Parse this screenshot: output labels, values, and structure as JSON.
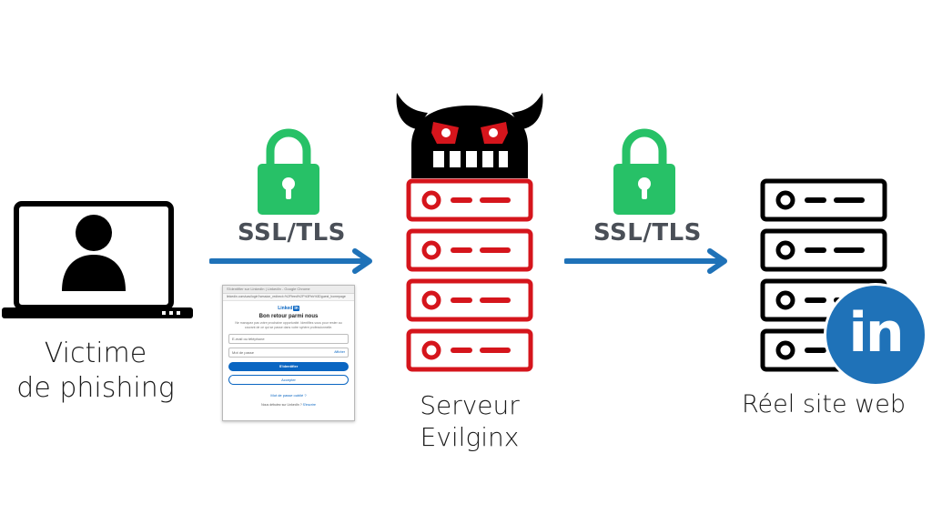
{
  "labels": {
    "victim_line1": "Victime",
    "victim_line2": "de phishing",
    "server_line1": "Serveur",
    "server_line2": "Evilginx",
    "real_site": "Réel site web",
    "ssl_left": "SSL/TLS",
    "ssl_right": "SSL/TLS"
  },
  "login_window": {
    "title_bar": "S'identifier sur LinkedIn | LinkedIn - Google Chrome",
    "url": "linkedin.com/uas/login?session_redirect=%2Ffeed%2F%3Ftrk%3Dguest_homepage",
    "logo_text": "Linked",
    "logo_badge": "in",
    "heading": "Bon retour parmi nous",
    "subtitle": "Ne manquez pas votre prochaine opportunité. Identifiez-vous pour rester au courant de ce qui se passe dans votre sphère professionnelle.",
    "email_placeholder": "E-mail ou téléphone",
    "password_placeholder": "Mot de passe",
    "show_label": "Afficher",
    "signin_button": "S'identifier",
    "alt_button": "Accepter",
    "forgot_link": "Mot de passe oublié ?",
    "join_text": "Nous débutez sur LinkedIn ?",
    "join_link": "S'inscrire"
  },
  "logo": {
    "text": "in"
  },
  "colors": {
    "lock_green": "#27c167",
    "arrow_blue": "#1f72b8",
    "server_red": "#d5151c",
    "linkedin_blue": "#0a66c2",
    "ink": "#000000"
  },
  "icons": [
    "laptop-icon",
    "user-icon",
    "lock-icon",
    "arrow-right-icon",
    "demon-icon",
    "server-icon",
    "linkedin-icon"
  ]
}
